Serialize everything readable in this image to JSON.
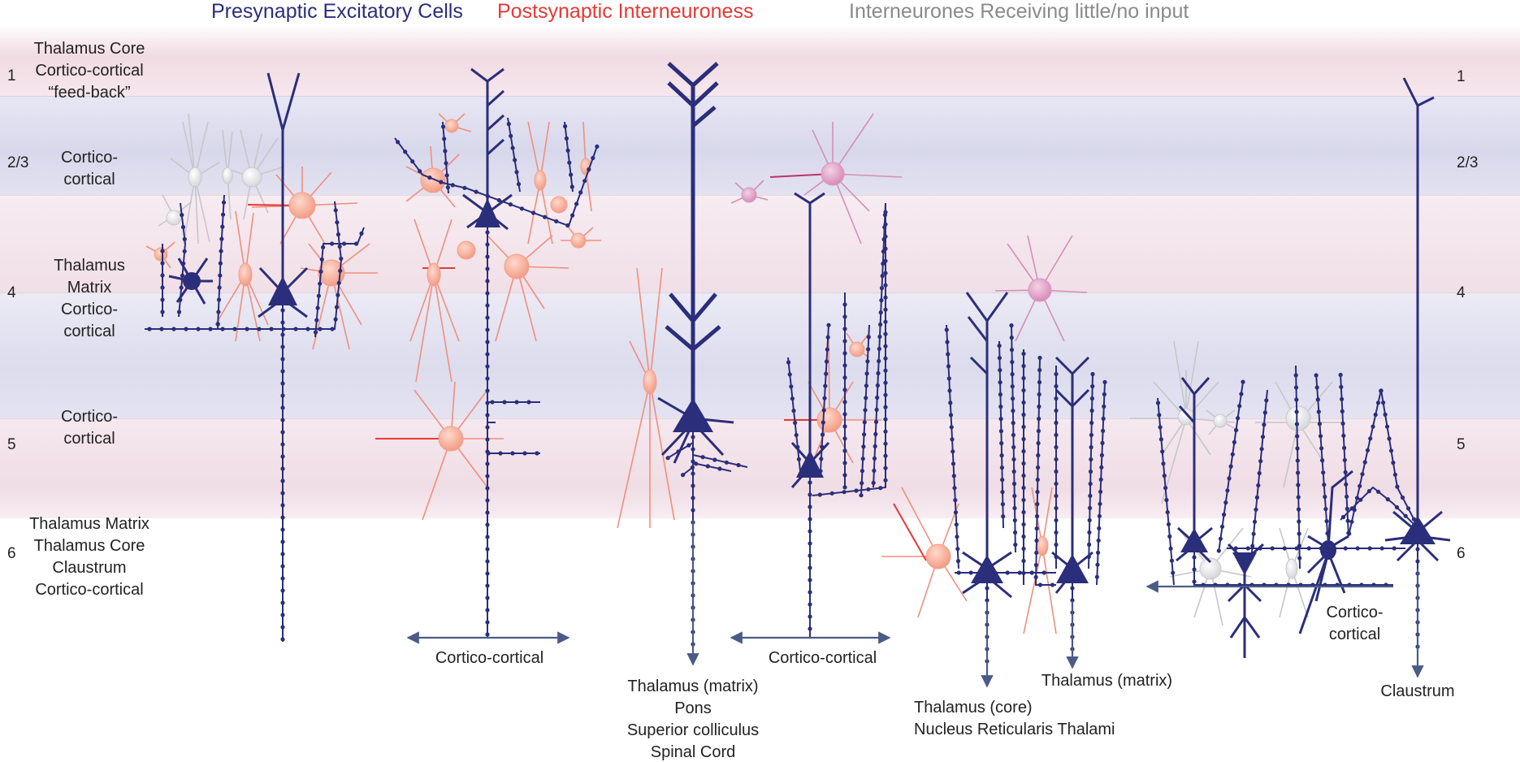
{
  "legend": {
    "presynaptic": "Presynaptic Excitatory Cells",
    "postsynaptic": "Postsynaptic Interneuroness",
    "little_input": "Interneurones Receiving little/no input"
  },
  "colors": {
    "presynaptic": "#2b2e7a",
    "postsynaptic": "#e53935",
    "little_input": "#8a8a8a",
    "band_pink": "#f3e3e9",
    "band_blue": "#e4e4f1",
    "soma_pink": "#f5aa98",
    "soma_mauve": "#e3a6c8"
  },
  "layers": [
    {
      "left_number": "1",
      "right_number": "1",
      "inputs": [
        "Thalamus Core",
        "Cortico-cortical",
        "“feed-back”"
      ]
    },
    {
      "left_number": "2/3",
      "right_number": "2/3",
      "inputs": [
        "Cortico-",
        "cortical"
      ]
    },
    {
      "left_number": "4",
      "right_number": "4",
      "inputs": [
        "Thalamus",
        "Matrix",
        "Cortico-",
        "cortical"
      ]
    },
    {
      "left_number": "5",
      "right_number": "5",
      "inputs": [
        "Cortico-",
        "cortical"
      ]
    },
    {
      "left_number": "6",
      "right_number": "6",
      "inputs": [
        "Thalamus Matrix",
        "Thalamus Core",
        "Claustrum",
        "Cortico-cortical"
      ]
    }
  ],
  "targets": {
    "cortico_cortical_1": "Cortico-cortical",
    "cortico_cortical_2": "Cortico-cortical",
    "l5_projections": [
      "Thalamus (matrix)",
      "Pons",
      "Superior colliculus",
      "Spinal Cord"
    ],
    "l6_core": [
      "Thalamus (core)",
      "Nucleus Reticularis Thalami"
    ],
    "l6_matrix": "Thalamus (matrix)",
    "l6_cc": [
      "Cortico-",
      "cortical"
    ],
    "claustrum": "Claustrum"
  }
}
